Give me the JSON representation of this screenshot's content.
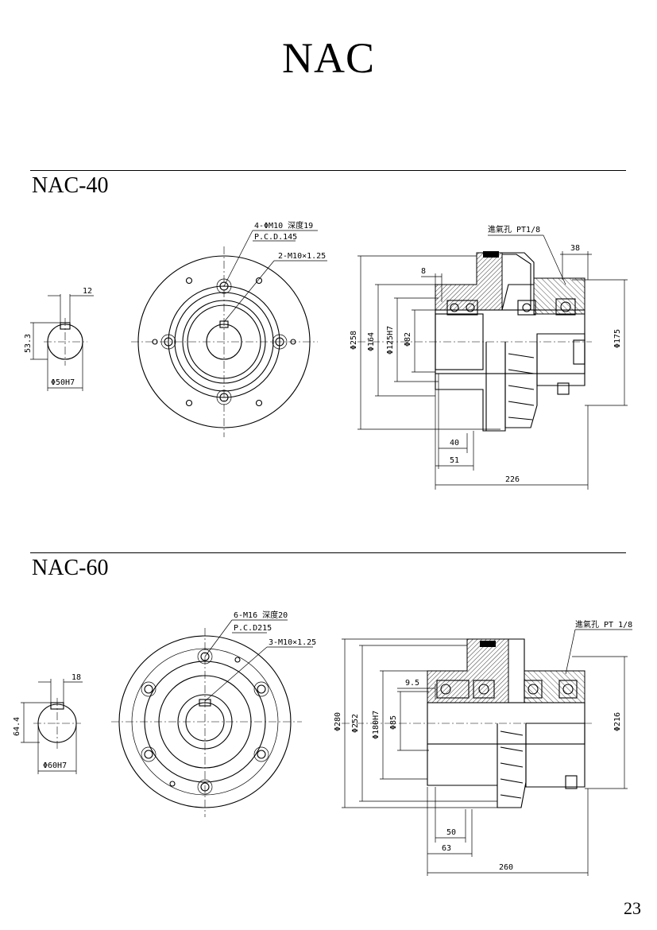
{
  "page": {
    "title": "NAC",
    "page_number": "23"
  },
  "sections": [
    {
      "name": "NAC-40",
      "keyway": {
        "width": "12",
        "height": "53.3",
        "bore": "Φ50H7"
      },
      "front": {
        "bolt_note_1": "4-ΦM10 深度19",
        "bolt_note_2": "P.C.D.145",
        "tap_note": "2-M10×1.25"
      },
      "side": {
        "air_hole": "進氣孔 PT1/8",
        "dims": [
          "8",
          "38",
          "Φ258",
          "Φ164",
          "Φ125H7",
          "Φ82",
          "Φ175",
          "40",
          "51",
          "226"
        ]
      }
    },
    {
      "name": "NAC-60",
      "keyway": {
        "width": "18",
        "height": "64.4",
        "bore": "Φ60H7"
      },
      "front": {
        "bolt_note_1": "6-M16 深度20",
        "bolt_note_2": "P.C.D215",
        "tap_note": "3-M10×1.25"
      },
      "side": {
        "air_hole": "進氣孔 PT 1/8",
        "dims": [
          "9.5",
          "Φ280",
          "Φ252",
          "Φ180H7",
          "Φ85",
          "Φ216",
          "50",
          "63",
          "260"
        ]
      }
    }
  ]
}
